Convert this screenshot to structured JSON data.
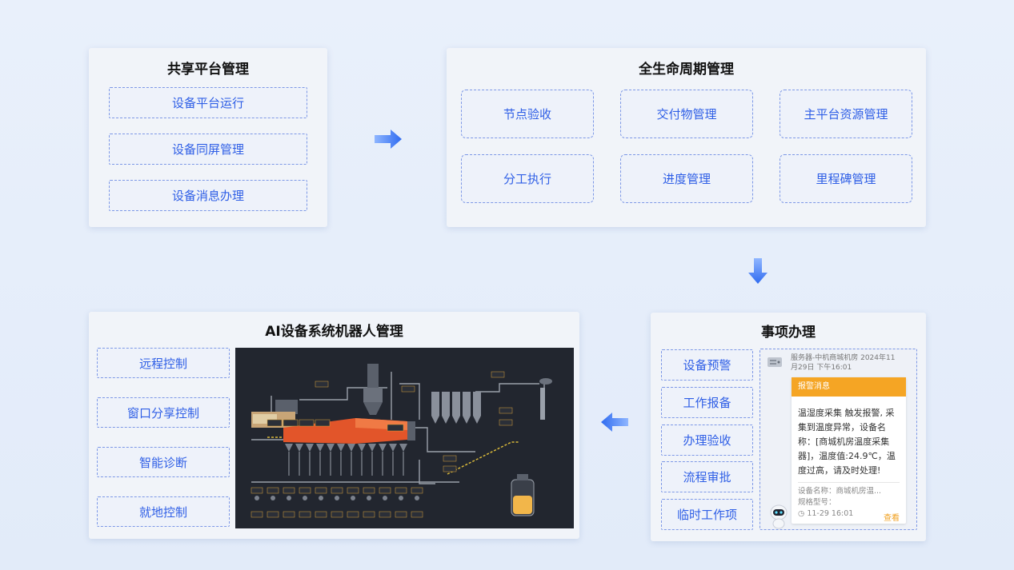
{
  "shared_platform": {
    "title": "共享平台管理",
    "items": [
      "设备平台运行",
      "设备同屏管理",
      "设备消息办理"
    ]
  },
  "lifecycle": {
    "title": "全生命周期管理",
    "items": [
      "节点验收",
      "交付物管理",
      "主平台资源管理",
      "分工执行",
      "进度管理",
      "里程碑管理"
    ]
  },
  "matters": {
    "title": "事项办理",
    "items": [
      "设备预警",
      "工作报备",
      "办理验收",
      "流程审批",
      "临时工作项"
    ],
    "notification": {
      "sender_line1": "服务器-中机商城机房  2024年11",
      "sender_line2": "月29日 下午16:01",
      "header": "报警消息",
      "body": "温湿度采集 触发报警, 采集到温度异常，设备名称：[商城机房温度采集器]，温度值:24.9℃，温度过高，请及时处理!",
      "device_name": "设备名称：商城机房温...",
      "model": "规格型号：",
      "time": "11-29 16:01",
      "view_label": "查看"
    }
  },
  "ai_robot": {
    "title": "AI设备系统机器人管理",
    "items": [
      "远程控制",
      "窗口分享控制",
      "智能诊断",
      "就地控制"
    ]
  },
  "colors": {
    "accent": "#2f5fe6",
    "arrow": "#3b7cf5",
    "alert": "#f5a524",
    "furnace": "#e2552a",
    "scada_bg": "#22262f"
  }
}
